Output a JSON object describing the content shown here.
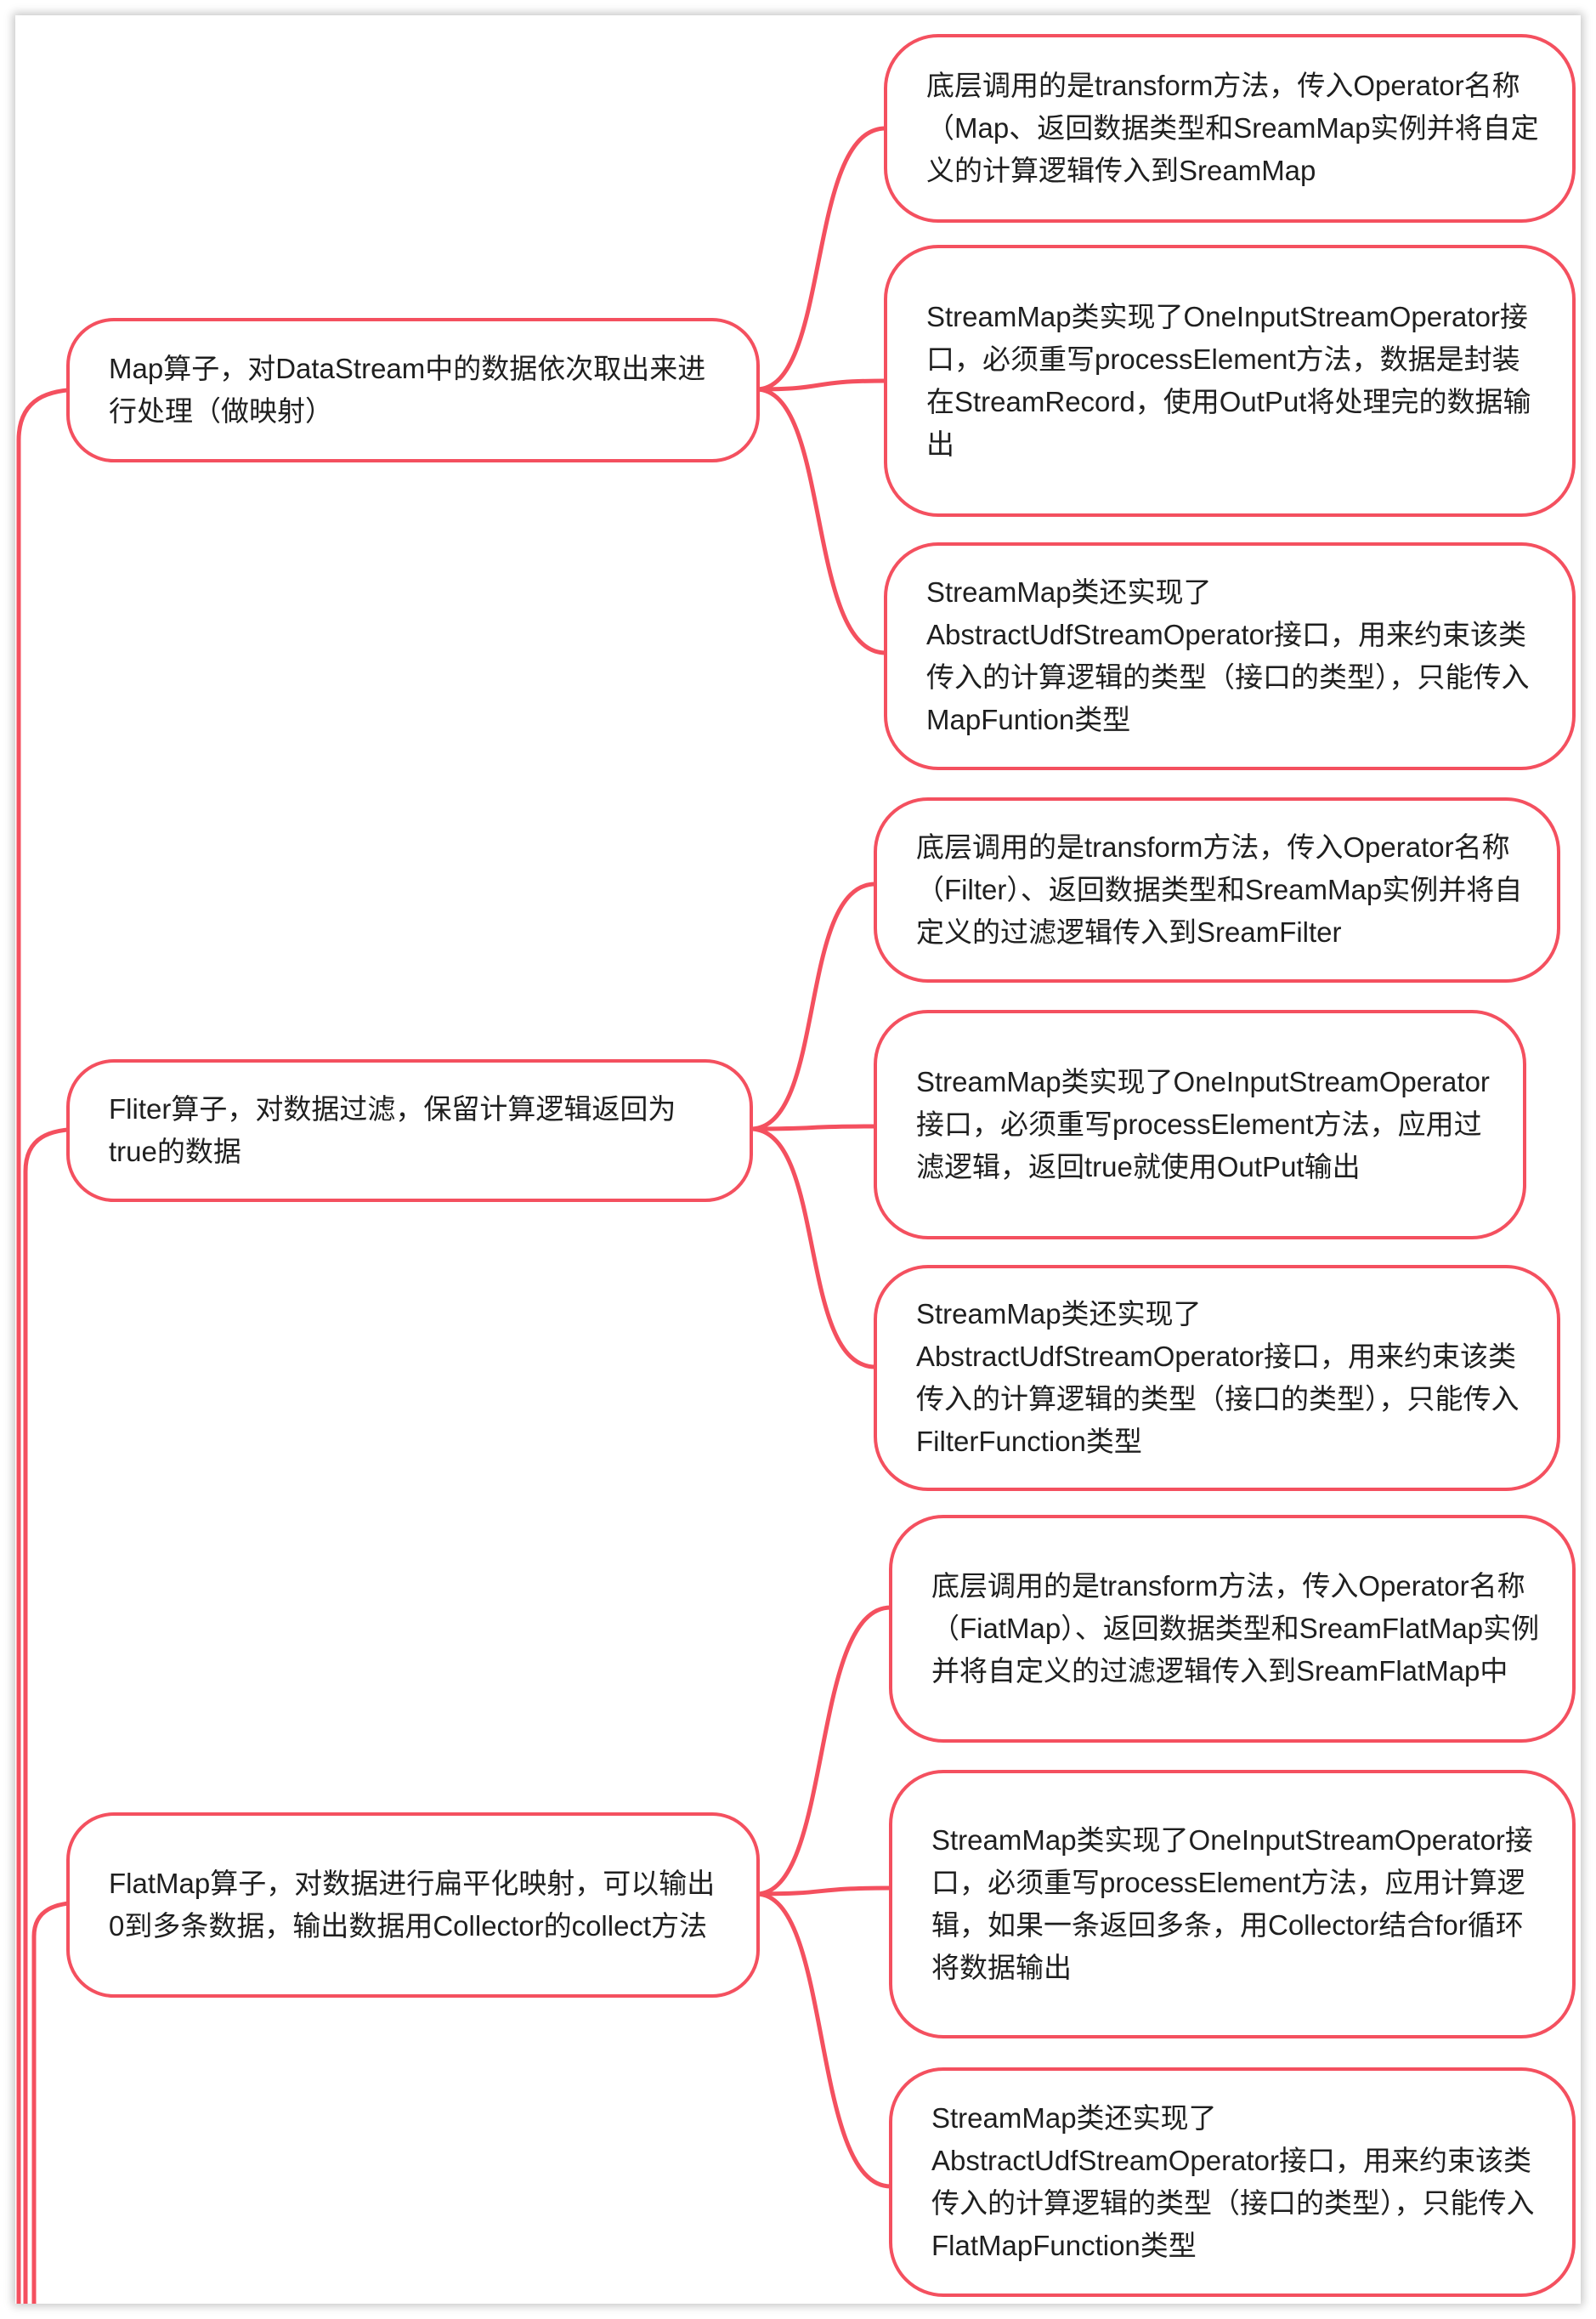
{
  "connector_color": "#f4505f",
  "groups": [
    {
      "label": "Map算子，对DataStream中的数据依次取出来进行处理（做映射）",
      "children": [
        "底层调用的是transform方法，传入Operator名称（Map、返回数据类型和SreamMap实例并将自定义的计算逻辑传入到SreamMap",
        "StreamMap类实现了OneInputStreamOperator接口，必须重写processElement方法，数据是封装在StreamRecord，使用OutPut将处理完的数据输出",
        "StreamMap类还实现了AbstractUdfStreamOperator接口，用来约束该类传入的计算逻辑的类型（接口的类型），只能传入MapFuntion类型"
      ]
    },
    {
      "label": "Fliter算子，对数据过滤，保留计算逻辑返回为true的数据",
      "children": [
        "底层调用的是transform方法，传入Operator名称（Filter）、返回数据类型和SreamMap实例并将自定义的过滤逻辑传入到SreamFilter",
        "StreamMap类实现了OneInputStreamOperator接口，必须重写processElement方法，应用过滤逻辑，返回true就使用OutPut输出",
        "StreamMap类还实现了AbstractUdfStreamOperator接口，用来约束该类传入的计算逻辑的类型（接口的类型），只能传入FilterFunction类型"
      ]
    },
    {
      "label": "FlatMap算子，对数据进行扁平化映射，可以输出0到多条数据，输出数据用Collector的collect方法",
      "children": [
        "底层调用的是transform方法，传入Operator名称（FiatMap）、返回数据类型和SreamFlatMap实例并将自定义的过滤逻辑传入到SreamFlatMap中",
        "StreamMap类实现了OneInputStreamOperator接口，必须重写processElement方法，应用计算逻辑，如果一条返回多条，用Collector结合for循环将数据输出",
        "StreamMap类还实现了AbstractUdfStreamOperator接口，用来约束该类传入的计算逻辑的类型（接口的类型），只能传入FlatMapFunction类型"
      ]
    }
  ]
}
